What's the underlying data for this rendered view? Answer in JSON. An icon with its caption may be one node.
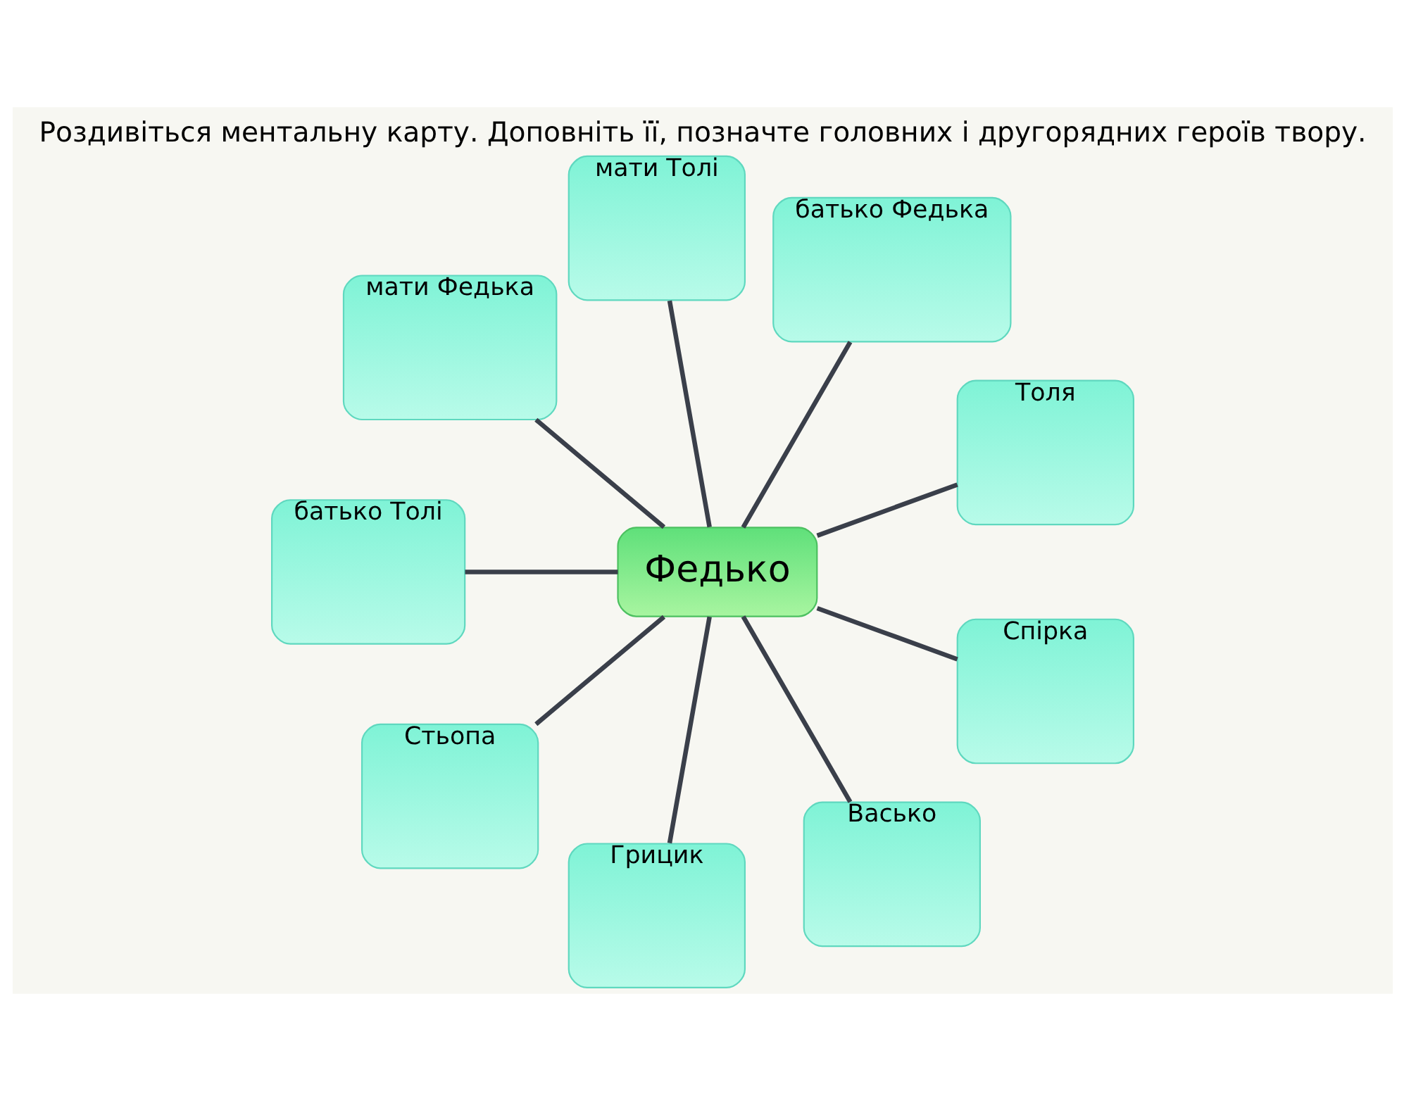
{
  "diagram": {
    "title": "Роздивіться ментальну карту. Доповніть її, позначте головних і другорядних героїв твору.",
    "nodes": [
      {
        "text": [
          "Толя"
        ]
      },
      {
        "text": [
          "батько Федька"
        ]
      },
      {
        "text": [
          "мати Толі"
        ]
      },
      {
        "text": [
          "Федько"
        ]
      },
      {
        "text": [
          "мати Федька"
        ]
      },
      {
        "text": [
          "батько Толі"
        ]
      },
      {
        "text": [
          "Стьопа"
        ]
      },
      {
        "text": [
          "Грицик"
        ]
      },
      {
        "text": [
          "Васько"
        ]
      },
      {
        "text": [
          "Спірка"
        ]
      }
    ],
    "edges": [
      {
        "from": 3,
        "to": 0,
        "arrow": "none"
      },
      {
        "from": 3,
        "to": 1,
        "arrow": "none"
      },
      {
        "from": 3,
        "to": 2,
        "arrow": "none"
      },
      {
        "from": 3,
        "to": 4,
        "arrow": "none"
      },
      {
        "from": 3,
        "to": 5,
        "arrow": "none"
      },
      {
        "from": 3,
        "to": 6,
        "arrow": "none"
      },
      {
        "from": 3,
        "to": 7,
        "arrow": "none"
      },
      {
        "from": 3,
        "to": 8,
        "arrow": "none"
      },
      {
        "from": 3,
        "to": 9,
        "arrow": "none"
      }
    ]
  }
}
